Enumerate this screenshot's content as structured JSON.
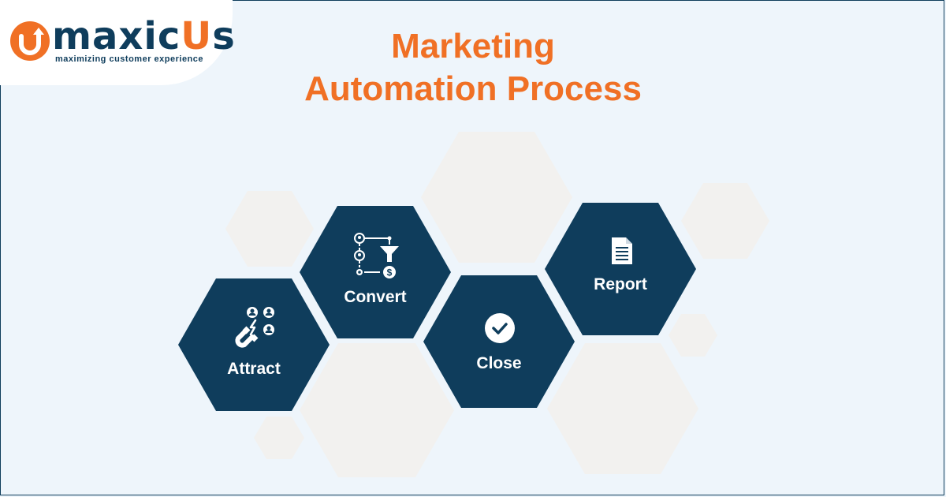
{
  "brand": {
    "name_main": "maxic",
    "name_accent": "U",
    "name_end": "s",
    "tagline": "maximizing customer experience",
    "colors": {
      "navy": "#0f3d5c",
      "orange": "#f07025",
      "background": "#eef5fb",
      "decor_hex": "#f2f1ef"
    }
  },
  "title": {
    "line1": "Marketing",
    "line2": "Automation Process"
  },
  "steps": [
    {
      "label": "Attract",
      "icon": "magnet-audience-icon"
    },
    {
      "label": "Convert",
      "icon": "funnel-conversion-icon"
    },
    {
      "label": "Close",
      "icon": "check-circle-icon"
    },
    {
      "label": "Report",
      "icon": "document-icon"
    }
  ]
}
